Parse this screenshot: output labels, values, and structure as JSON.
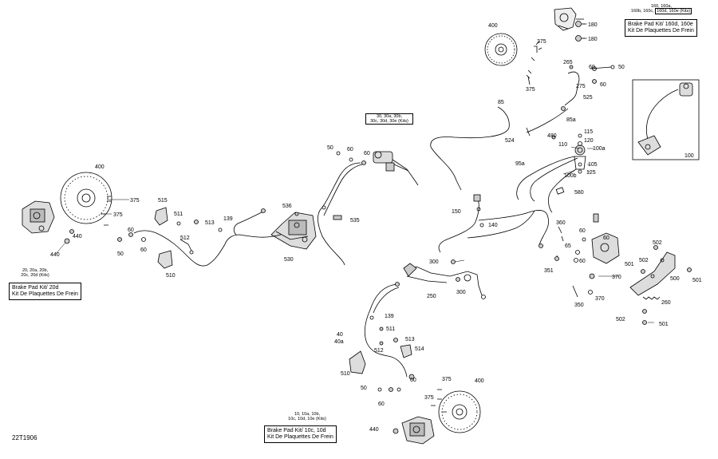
{
  "drawing_code": "22T1906",
  "kits": {
    "front_right": {
      "head_line1": "160, 160a,",
      "head_line2a": "160b, 160c,",
      "head_line2b": "160d, 160e (Kits)",
      "line1": "Brake Pad Kit/ 160d, 160e",
      "line2": "Kit De Plaquettes De Frein"
    },
    "master": {
      "head_line1": "30, 30a, 30b,",
      "head_line2": "30c, 30d, 30e (Kits)"
    },
    "left": {
      "head_line1": "20, 20a, 20b,",
      "head_line2": "20c, 20d (Kits)",
      "line1": "Brake Pad Kit/ 20d",
      "line2": "Kit De Plaquettes De Frein"
    },
    "bottom": {
      "head_line1": "10, 10a, 10b,",
      "head_line2": "10c, 10d, 10e (Kits)",
      "line1": "Brake Pad Kit/ 10c, 10d",
      "line2": "Kit De Plaquettes De Frein"
    }
  },
  "labels": {
    "l400a": "400",
    "l180a": "180",
    "l180b": "180",
    "l375a": "375",
    "l375b": "375",
    "l265": "265",
    "l60a": "60",
    "l50a": "50",
    "l60b": "60",
    "l275": "275",
    "l525": "525",
    "l85": "85",
    "l85a": "85a",
    "l524": "524",
    "l480": "480",
    "l115": "115",
    "l120": "120",
    "l110": "110",
    "l100a": "100a",
    "l95a": "95a",
    "l105": "105",
    "l100b": "100b",
    "l125": "125",
    "l580": "580",
    "l100": "100",
    "l50b": "50",
    "l60c": "60",
    "l60d": "60",
    "l400b": "400",
    "l375c": "375",
    "l375d": "375",
    "l440a": "440",
    "l440b": "440",
    "l515": "515",
    "l511a": "511",
    "l513a": "513",
    "l139a": "139",
    "l60e": "60",
    "l512a": "512",
    "l60f": "60",
    "l50c": "50",
    "l510a": "510",
    "l536": "536",
    "l535": "535",
    "l530": "530",
    "l150": "150",
    "l140": "140",
    "l360": "360",
    "l60g": "60",
    "l65": "65",
    "l60h": "60",
    "l60i": "60",
    "l502a": "502",
    "l501a": "501",
    "l502b": "502",
    "l351": "351",
    "l370a": "370",
    "l500": "500",
    "l501b": "501",
    "l370b": "370",
    "l350": "350",
    "l260": "260",
    "l502c": "502",
    "l501c": "501",
    "l300a": "300",
    "l250": "250",
    "l300b": "300",
    "l139b": "139",
    "l40": "40",
    "l40a": "40a",
    "l511b": "511",
    "l513b": "513",
    "l512b": "512",
    "l514": "514",
    "l510b": "510",
    "l60j": "60",
    "l50d": "50",
    "l60k": "60",
    "l375e": "375",
    "l400c": "400",
    "l375f": "375",
    "l440c": "440"
  }
}
